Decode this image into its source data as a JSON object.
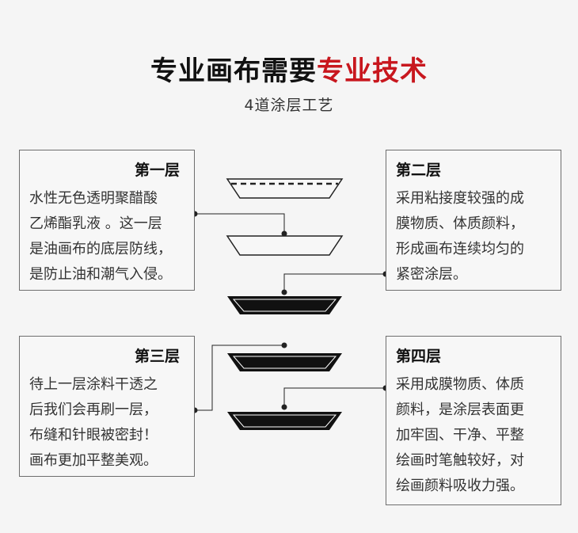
{
  "header": {
    "title_main": "专业画布需要",
    "title_accent": "专业技术",
    "subtitle": "4道涂层工艺"
  },
  "layers": [
    {
      "title": "第一层",
      "lines": [
        "水性无色透明聚醋酸",
        "乙烯酯乳液 。这一层",
        "是油画布的底层防线，",
        "是防止油和潮气入侵。"
      ]
    },
    {
      "title": "第二层",
      "lines": [
        "采用粘接度较强的成",
        "膜物质、体质颜料，",
        "形成画布连续均匀的",
        "紧密涂层。"
      ]
    },
    {
      "title": "第三层",
      "lines": [
        "待上一层涂料干透之",
        "后我们会再刷一层，",
        "布缝和针眼被密封！",
        "画布更加平整美观。"
      ]
    },
    {
      "title": "第四层",
      "lines": [
        "采用成膜物质、体质",
        "颜料，是涂层表面更",
        "加牢固、干净、平整",
        "绘画时笔触较好，对",
        "绘画颜料吸收力强。"
      ]
    }
  ],
  "colors": {
    "accent": "#c8171e",
    "border": "#6e6e6e",
    "dark_layer": "#111111"
  }
}
